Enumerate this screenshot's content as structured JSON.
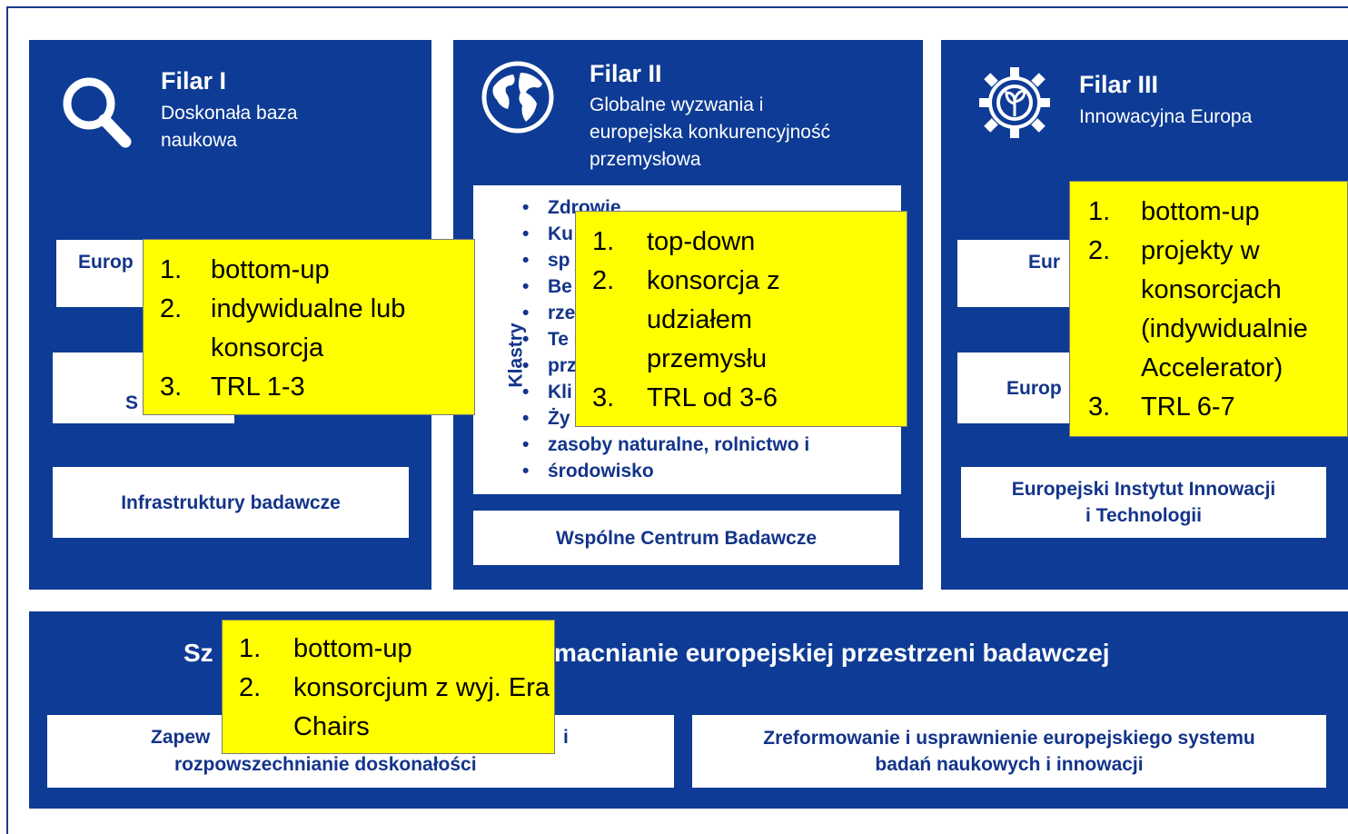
{
  "pillars": [
    {
      "title": "Filar I",
      "subtitle": "Doskonała baza\nnaukowa",
      "boxes": [
        "Europ",
        "S",
        "Infrastruktury badawcze"
      ]
    },
    {
      "title": "Filar II",
      "subtitle": "Globalne wyzwania i\neuropejska konkurencyjność\nprzemysłowa",
      "klastry_label": "Klastry",
      "klastry_items": [
        "Zdrowie",
        "Ku",
        "sp",
        "Be",
        "rze",
        "Te",
        "prz",
        "Kli",
        "Ży",
        "zasoby naturalne, rolnictwo i",
        "środowisko"
      ],
      "boxes": [
        "Wspólne Centrum Badawcze"
      ]
    },
    {
      "title": "Filar III",
      "subtitle": "Innowacyjna Europa",
      "boxes": [
        "Eur",
        "Europ",
        "Europejski Instytut Innowacji\ni Technologii"
      ]
    }
  ],
  "band": {
    "title_left": "Sz",
    "title_right": "macnianie europejskiej przestrzeni badawczej",
    "box_left_line1": "Zapew",
    "box_left_line1_end": "i",
    "box_left_line2": "rozpowszechnianie doskonałości",
    "box_right": "Zreformowanie i usprawnienie europejskiego systemu\nbadań naukowych i innowacji"
  },
  "notes": [
    {
      "id": "filar1",
      "items": [
        {
          "n": "1.",
          "t": "bottom-up"
        },
        {
          "n": "2.",
          "t": "indywidualne lub konsorcja"
        },
        {
          "n": "3.",
          "t": "TRL 1-3"
        }
      ]
    },
    {
      "id": "filar2",
      "items": [
        {
          "n": "1.",
          "t": "top-down"
        },
        {
          "n": "2.",
          "t": "konsorcja z udziałem przemysłu"
        },
        {
          "n": "3.",
          "t": "TRL od 3-6"
        }
      ]
    },
    {
      "id": "filar3",
      "items": [
        {
          "n": "1.",
          "t": "bottom-up"
        },
        {
          "n": "2.",
          "t": "projekty w konsorcjach (indywidualnie Accelerator)"
        },
        {
          "n": "3.",
          "t": "TRL 6-7"
        }
      ]
    },
    {
      "id": "band",
      "items": [
        {
          "n": "1.",
          "t": "bottom-up"
        },
        {
          "n": "2.",
          "t": "konsorcjum z wyj. Era Chairs"
        }
      ]
    }
  ],
  "colors": {
    "blue": "#0d3b95",
    "text_blue": "#13348a",
    "note": "#ffff00"
  },
  "icons": [
    "magnifier-icon",
    "globe-icon",
    "gear-plant-icon"
  ]
}
